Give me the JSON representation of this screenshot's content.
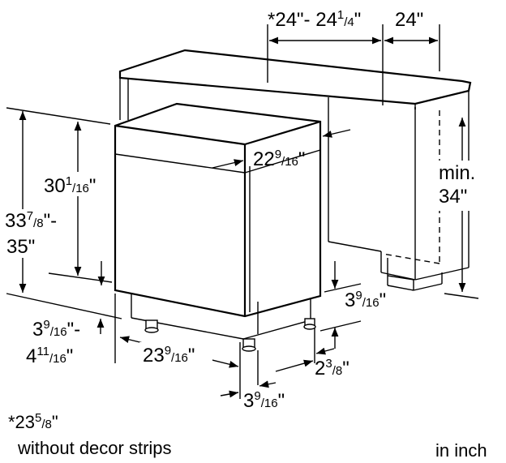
{
  "dimensions": {
    "cabinet_width": {
      "prefix": "*24\"- 24",
      "num": "1",
      "den": "/4",
      "suffix": "\""
    },
    "cabinet_depth": "24\"",
    "appliance_depth": {
      "main": "22",
      "num": "9",
      "den": "/16",
      "suffix": "\""
    },
    "min_height_line1": "min.",
    "min_height_line2": "34\"",
    "body_height": {
      "main": "30",
      "num": "1",
      "den": "/16",
      "suffix": "\""
    },
    "total_height_line1": {
      "main": "33",
      "num": "7",
      "den": "/8",
      "suffix": "\"-"
    },
    "total_height_line2": "35\"",
    "plinth_right": {
      "main": "3",
      "num": "9",
      "den": "/16",
      "suffix": "\""
    },
    "plinth_left_line1": {
      "main": "3",
      "num": "9",
      "den": "/16",
      "suffix": "\"-"
    },
    "plinth_left_line2": {
      "main": "4",
      "num": "11",
      "den": "/16",
      "suffix": "\""
    },
    "appliance_width": {
      "main": "23",
      "num": "9",
      "den": "/16",
      "suffix": "\""
    },
    "foot_offset": {
      "main": "2",
      "num": "3",
      "den": "/8",
      "suffix": "\""
    },
    "foot_depth": {
      "main": "3",
      "num": "9",
      "den": "/16",
      "suffix": "\""
    }
  },
  "notes": {
    "decor_line1": {
      "main": "*23",
      "num": "5",
      "den": "/8",
      "suffix": "\""
    },
    "decor_line2": "without decor strips",
    "units": "in inch"
  }
}
